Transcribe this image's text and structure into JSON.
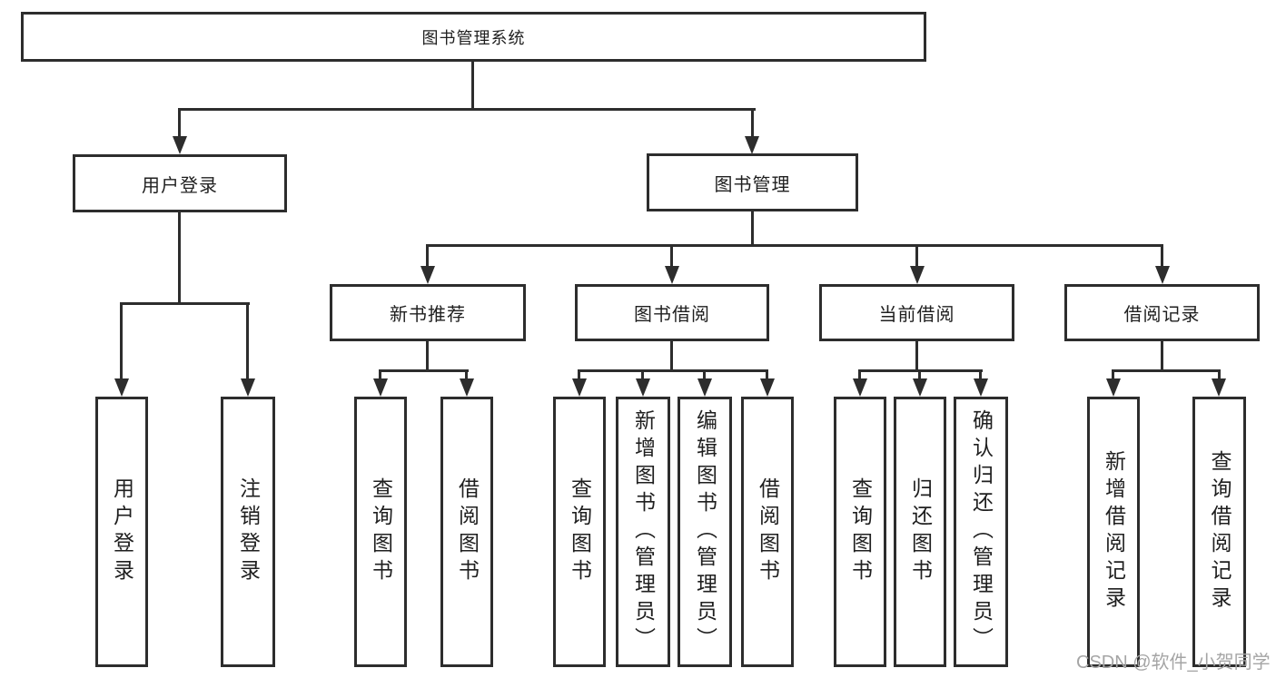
{
  "diagram": {
    "title": "图书管理系统",
    "level2": {
      "user_login": "用户登录",
      "book_management": "图书管理"
    },
    "level3": {
      "new_books": "新书推荐",
      "book_borrowing": "图书借阅",
      "current_borrowing": "当前借阅",
      "borrowing_records": "借阅记录"
    },
    "leaves": {
      "user_login": [
        "用户登录",
        "注销登录"
      ],
      "new_books": [
        "查询图书",
        "借阅图书"
      ],
      "book_borrowing": [
        "查询图书",
        "新增图书（管理员）",
        "编辑图书（管理员）",
        "借阅图书"
      ],
      "current_borrowing": [
        "查询图书",
        "归还图书",
        "确认归还（管理员）"
      ],
      "borrowing_records": [
        "新增借阅记录",
        "查询借阅记录"
      ]
    },
    "watermark": "CSDN @软件_小贺同学",
    "colors": {
      "line": "#2d2d2d",
      "text": "#1f1f1f",
      "watermark": "#a5a5a5",
      "background": "#ffffff"
    }
  }
}
